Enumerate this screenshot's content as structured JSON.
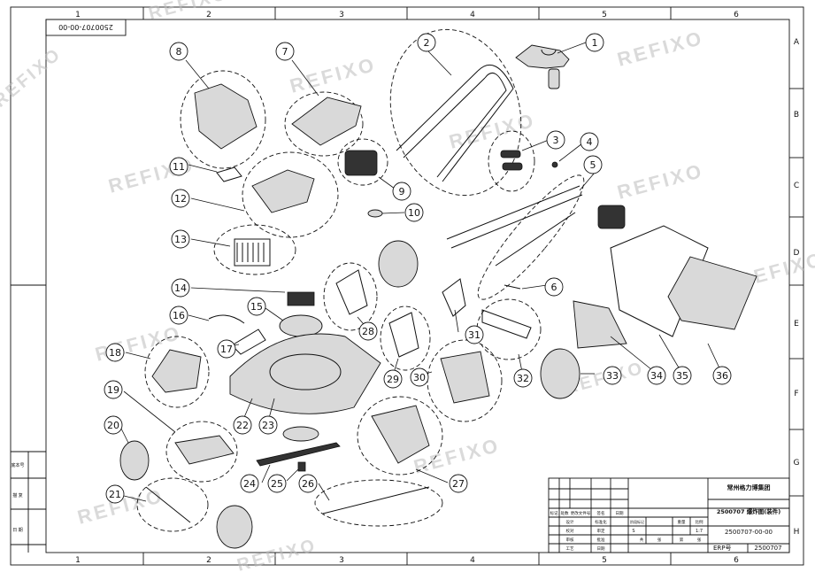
{
  "drawing_number_stamp": "2500707-00-00",
  "column_labels": [
    "1",
    "2",
    "3",
    "4",
    "5",
    "6"
  ],
  "row_labels": [
    "A",
    "B",
    "C",
    "D",
    "E",
    "F",
    "G",
    "H"
  ],
  "watermark_text": "REFIXO",
  "side_block_labels": [
    "底本号",
    "描 复",
    "日 期"
  ],
  "part_numbers": [
    "1",
    "2",
    "3",
    "4",
    "5",
    "6",
    "7",
    "8",
    "9",
    "10",
    "11",
    "12",
    "13",
    "14",
    "15",
    "16",
    "17",
    "18",
    "19",
    "20",
    "21",
    "22",
    "23",
    "24",
    "25",
    "26",
    "27",
    "28",
    "29",
    "30",
    "31",
    "32",
    "33",
    "34",
    "35",
    "36"
  ],
  "title_block": {
    "company": "常州格力博集团",
    "drawing_title": "2500707 爆炸图(装件)",
    "drawing_number": "2500707-00-00",
    "erp_label": "ERP号",
    "erp_value": "2500707",
    "header_marks": "标记",
    "header_count": "处数",
    "header_change": "更改文件号",
    "header_sign": "签名",
    "header_date": "日期",
    "row_design": "设计",
    "row_std": "标准化",
    "row_check": "校对",
    "row_review": "审定",
    "row_audit": "审核",
    "row_approve": "批准",
    "row_process": "工艺",
    "row_date": "日期",
    "stage_mark": "阶段标记",
    "weight_label": "重量",
    "scale_label": "比例",
    "stage_letter": "S",
    "scale_value": "1:7",
    "sheet_total": "共",
    "sheet_word": "张",
    "sheet_no": "第",
    "sheet_word2": "张"
  }
}
